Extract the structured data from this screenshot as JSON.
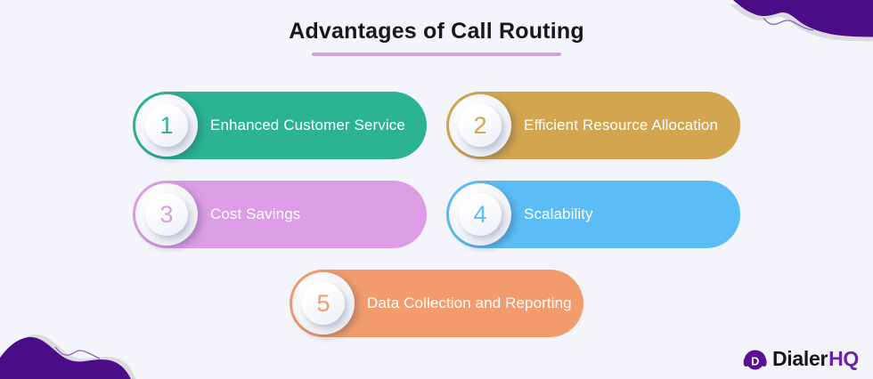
{
  "page": {
    "background": "#F4F5FA"
  },
  "title": {
    "text": "Advantages of Call Routing",
    "underline_color": "#C9A8DF"
  },
  "pills": [
    {
      "number": "1",
      "label": "Enhanced Customer Service",
      "color": "#2BB392"
    },
    {
      "number": "2",
      "label": "Efficient Resource Allocation",
      "color": "#D2A54E"
    },
    {
      "number": "3",
      "label": "Cost Savings",
      "color": "#DC9DE6"
    },
    {
      "number": "4",
      "label": "Scalability",
      "color": "#5CBDF6"
    },
    {
      "number": "5",
      "label": "Data Collection and Reporting",
      "color": "#F29C6D"
    }
  ],
  "decorations": {
    "blob_color": "#4A0D87",
    "blob_shadow_color": "#DBDBE2",
    "squiggle_color": "#8F62BE"
  },
  "logo": {
    "brand_primary": "Dialer",
    "brand_accent": "HQ",
    "icon_letter": "D",
    "primary_color": "#15151C",
    "accent_color": "#6D21A8",
    "icon_color": "#5A1090"
  }
}
